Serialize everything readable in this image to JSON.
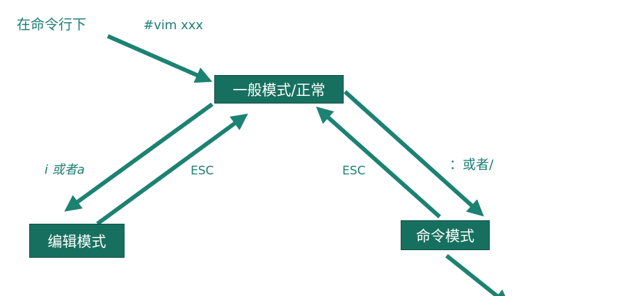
{
  "colors": {
    "node_fill": "#17705f",
    "node_text": "#ffffff",
    "arrow": "#1c8272",
    "label_text": "#1d7f73"
  },
  "labels": {
    "cmd_line": "在命令行下",
    "vim_cmd": "#vim  xxx",
    "i_or_a": "i 或者a",
    "esc_left": "ESC",
    "esc_right": "ESC",
    "colon_or_slash": "：或者/"
  },
  "nodes": {
    "normal_mode": "一般模式/正常",
    "edit_mode": "编辑模式",
    "command_mode": "命令模式"
  }
}
